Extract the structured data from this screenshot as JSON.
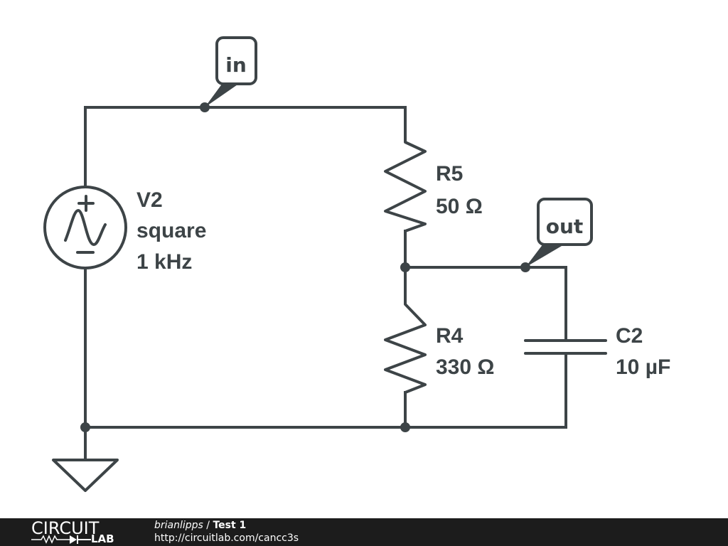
{
  "schematic": {
    "components": [
      {
        "id": "V2",
        "type": "voltage-source",
        "labels": [
          "V2",
          "square",
          "1 kHz"
        ]
      },
      {
        "id": "R5",
        "type": "resistor",
        "labels": [
          "R5",
          "50 Ω"
        ]
      },
      {
        "id": "R4",
        "type": "resistor",
        "labels": [
          "R4",
          "330 Ω"
        ]
      },
      {
        "id": "C2",
        "type": "capacitor",
        "labels": [
          "C2",
          "10 µF"
        ]
      }
    ],
    "net_labels": {
      "in": "in",
      "out": "out"
    },
    "source_polarity": {
      "plus": "+",
      "minus": "−"
    }
  },
  "footer": {
    "logo_top": "CIRCUIT",
    "logo_bottom": "LAB",
    "user": "brianlipps",
    "separator": " / ",
    "circuit_title": "Test 1",
    "url": "http://circuitlab.com/cancc3s"
  },
  "colors": {
    "ink": "#3d4447",
    "footer_bg": "#1c1c1c"
  }
}
